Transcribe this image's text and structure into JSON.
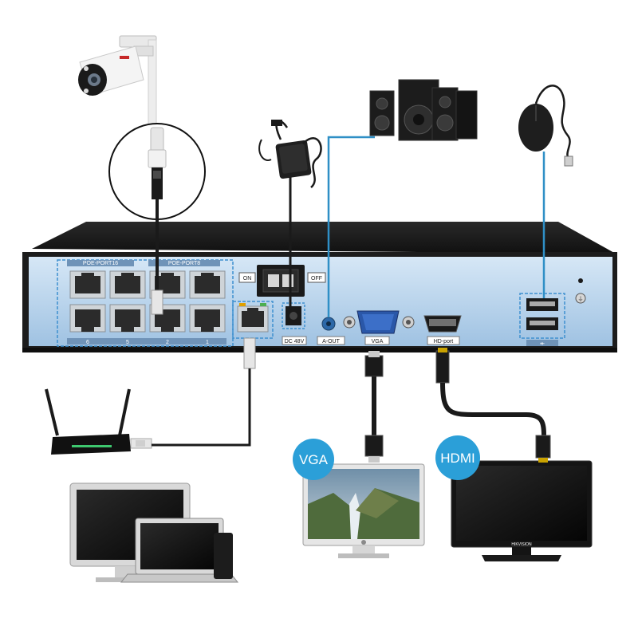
{
  "nvr": {
    "poe_group_left": "POE-PORT16",
    "poe_group_right": "POE-PORT8",
    "port_numbers": [
      "6",
      "5",
      "2",
      "1"
    ],
    "switch_on": "ON",
    "switch_off": "OFF",
    "dc_label": "DC 48V",
    "audio_label": "A-OUT",
    "vga_label": "VGA",
    "hdmi_label": "HD-port"
  },
  "devices": {
    "vga_badge": "VGA",
    "hdmi_badge": "HDMI",
    "monitor_brand": "HIKVISION"
  },
  "colors": {
    "cable_blue": "#2f8fc6",
    "cable_black": "#1a1a1a",
    "panel": "#bcd7ee",
    "port_box": "#3d8fcf"
  }
}
